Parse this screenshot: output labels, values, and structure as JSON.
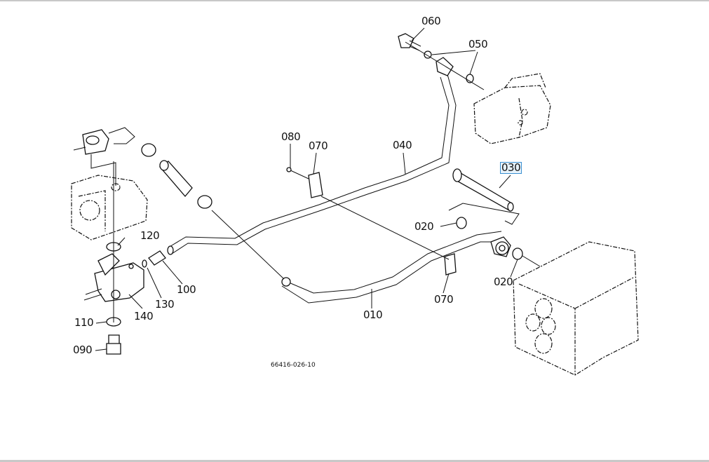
{
  "diagram": {
    "figure_code": "66416-026-10",
    "selected_part": "030",
    "callouts": [
      {
        "id": "060",
        "label": "060"
      },
      {
        "id": "050",
        "label": "050"
      },
      {
        "id": "080",
        "label": "080"
      },
      {
        "id": "070a",
        "label": "070"
      },
      {
        "id": "040",
        "label": "040"
      },
      {
        "id": "030",
        "label": "030"
      },
      {
        "id": "020a",
        "label": "020"
      },
      {
        "id": "120",
        "label": "120"
      },
      {
        "id": "100",
        "label": "100"
      },
      {
        "id": "130",
        "label": "130"
      },
      {
        "id": "140",
        "label": "140"
      },
      {
        "id": "110",
        "label": "110"
      },
      {
        "id": "090",
        "label": "090"
      },
      {
        "id": "010",
        "label": "010"
      },
      {
        "id": "070b",
        "label": "070"
      },
      {
        "id": "020b",
        "label": "020"
      }
    ]
  }
}
